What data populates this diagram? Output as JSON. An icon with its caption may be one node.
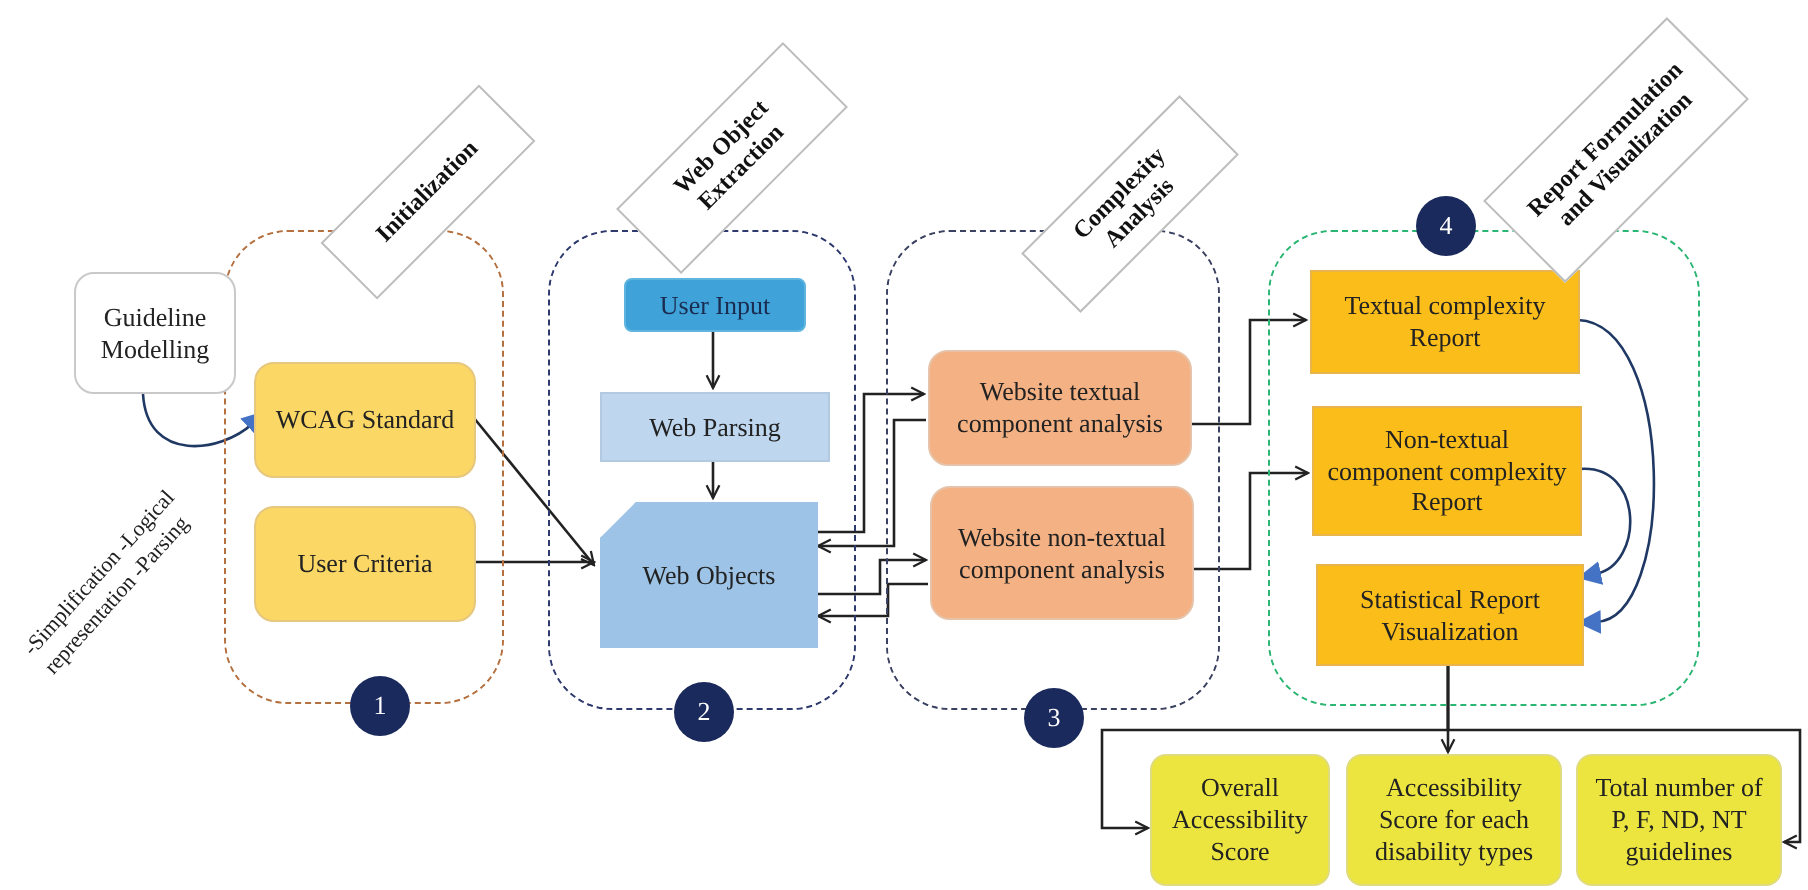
{
  "diagram": {
    "nodes": [
      {
        "text": [
          "Guideline Modelling"
        ]
      },
      {
        "text": [
          "Initialization"
        ],
        "beside": [
          "1"
        ]
      },
      {
        "text": [
          "WCAG Standard"
        ],
        "in": 1
      },
      {
        "text": [
          "User Criteria"
        ],
        "in": 1
      },
      {
        "text": [
          "Web Object Extraction"
        ],
        "beside": [
          "2"
        ]
      },
      {
        "text": [
          "User Input"
        ],
        "in": 4
      },
      {
        "text": [
          "Web Parsing"
        ],
        "in": 4
      },
      {
        "text": [
          "Web Objects"
        ],
        "in": 4
      },
      {
        "text": [
          "Complexity Analysis"
        ],
        "beside": [
          "3"
        ]
      },
      {
        "text": [
          "Website textual component analysis"
        ],
        "in": 8
      },
      {
        "text": [
          "Website non-textual component analysis"
        ],
        "in": 8
      },
      {
        "text": [
          "Report Formulation and Visualization"
        ],
        "beside": [
          "4"
        ]
      },
      {
        "text": [
          "Textual complexity Report"
        ],
        "in": 11
      },
      {
        "text": [
          "Non-textual component complexity Report"
        ],
        "in": 11
      },
      {
        "text": [
          "Statistical Report Visualization"
        ],
        "in": 11
      },
      {
        "text": [
          "Overall Accessibility Score"
        ]
      },
      {
        "text": [
          "Accessibility Score for each disability types"
        ]
      },
      {
        "text": [
          "Total number of P, F, ND, NT guidelines"
        ]
      }
    ],
    "edges": [
      {
        "from": 0,
        "to": 2,
        "arrow": "to",
        "color": "#1f3864"
      },
      {
        "from": 2,
        "to": 7,
        "arrow": "to"
      },
      {
        "from": 3,
        "to": 7,
        "arrow": "to"
      },
      {
        "from": 5,
        "to": 6,
        "arrow": "to"
      },
      {
        "from": 6,
        "to": 7,
        "arrow": "to"
      },
      {
        "from": 7,
        "to": 9,
        "arrow": "to"
      },
      {
        "from": 9,
        "to": 7,
        "arrow": "to"
      },
      {
        "from": 7,
        "to": 10,
        "arrow": "to"
      },
      {
        "from": 10,
        "to": 7,
        "arrow": "to"
      },
      {
        "from": 9,
        "to": 12,
        "arrow": "to"
      },
      {
        "from": 10,
        "to": 13,
        "arrow": "to"
      },
      {
        "from": 12,
        "to": 14,
        "arrow": "to",
        "color": "#1f3864"
      },
      {
        "from": 13,
        "to": 14,
        "arrow": "to",
        "color": "#1f3864"
      },
      {
        "from": 14,
        "to": 16,
        "arrow": "to"
      },
      {
        "from": 14,
        "to": 15,
        "arrow": "to"
      },
      {
        "from": 14,
        "to": 17,
        "arrow": "to"
      }
    ],
    "labels": [
      "-Simplification -Logical representation -Parsing"
    ]
  }
}
